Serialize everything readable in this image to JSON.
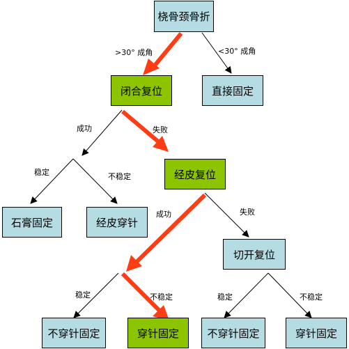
{
  "colors": {
    "normal_fill": "#b4dce2",
    "highlight_fill": "#8dc400",
    "path_arrow": "#ff3c14",
    "line": "#000000"
  },
  "nodes": {
    "root": "桡骨颈骨折",
    "closed_reduction": "闭合复位",
    "direct_fixation": "直接固定",
    "percutaneous_reduction": "经皮复位",
    "plaster_fixation": "石膏固定",
    "percutaneous_pinning_1": "经皮穿针",
    "open_reduction": "切开复位",
    "no_pin_fixation_1": "不穿针固定",
    "pin_fixation_1": "穿针固定",
    "no_pin_fixation_2": "不穿针固定",
    "pin_fixation_2": "穿针固定"
  },
  "edge_labels": {
    "gt30": ">30° 成角",
    "lt30": "<30° 成角",
    "success_1": "成功",
    "fail_1": "失败",
    "stable_1": "稳定",
    "unstable_1": "不稳定",
    "success_2": "成功",
    "fail_2": "失败",
    "stable_2": "稳定",
    "unstable_2": "不稳定",
    "stable_3": "稳定",
    "unstable_3": "不稳定"
  }
}
